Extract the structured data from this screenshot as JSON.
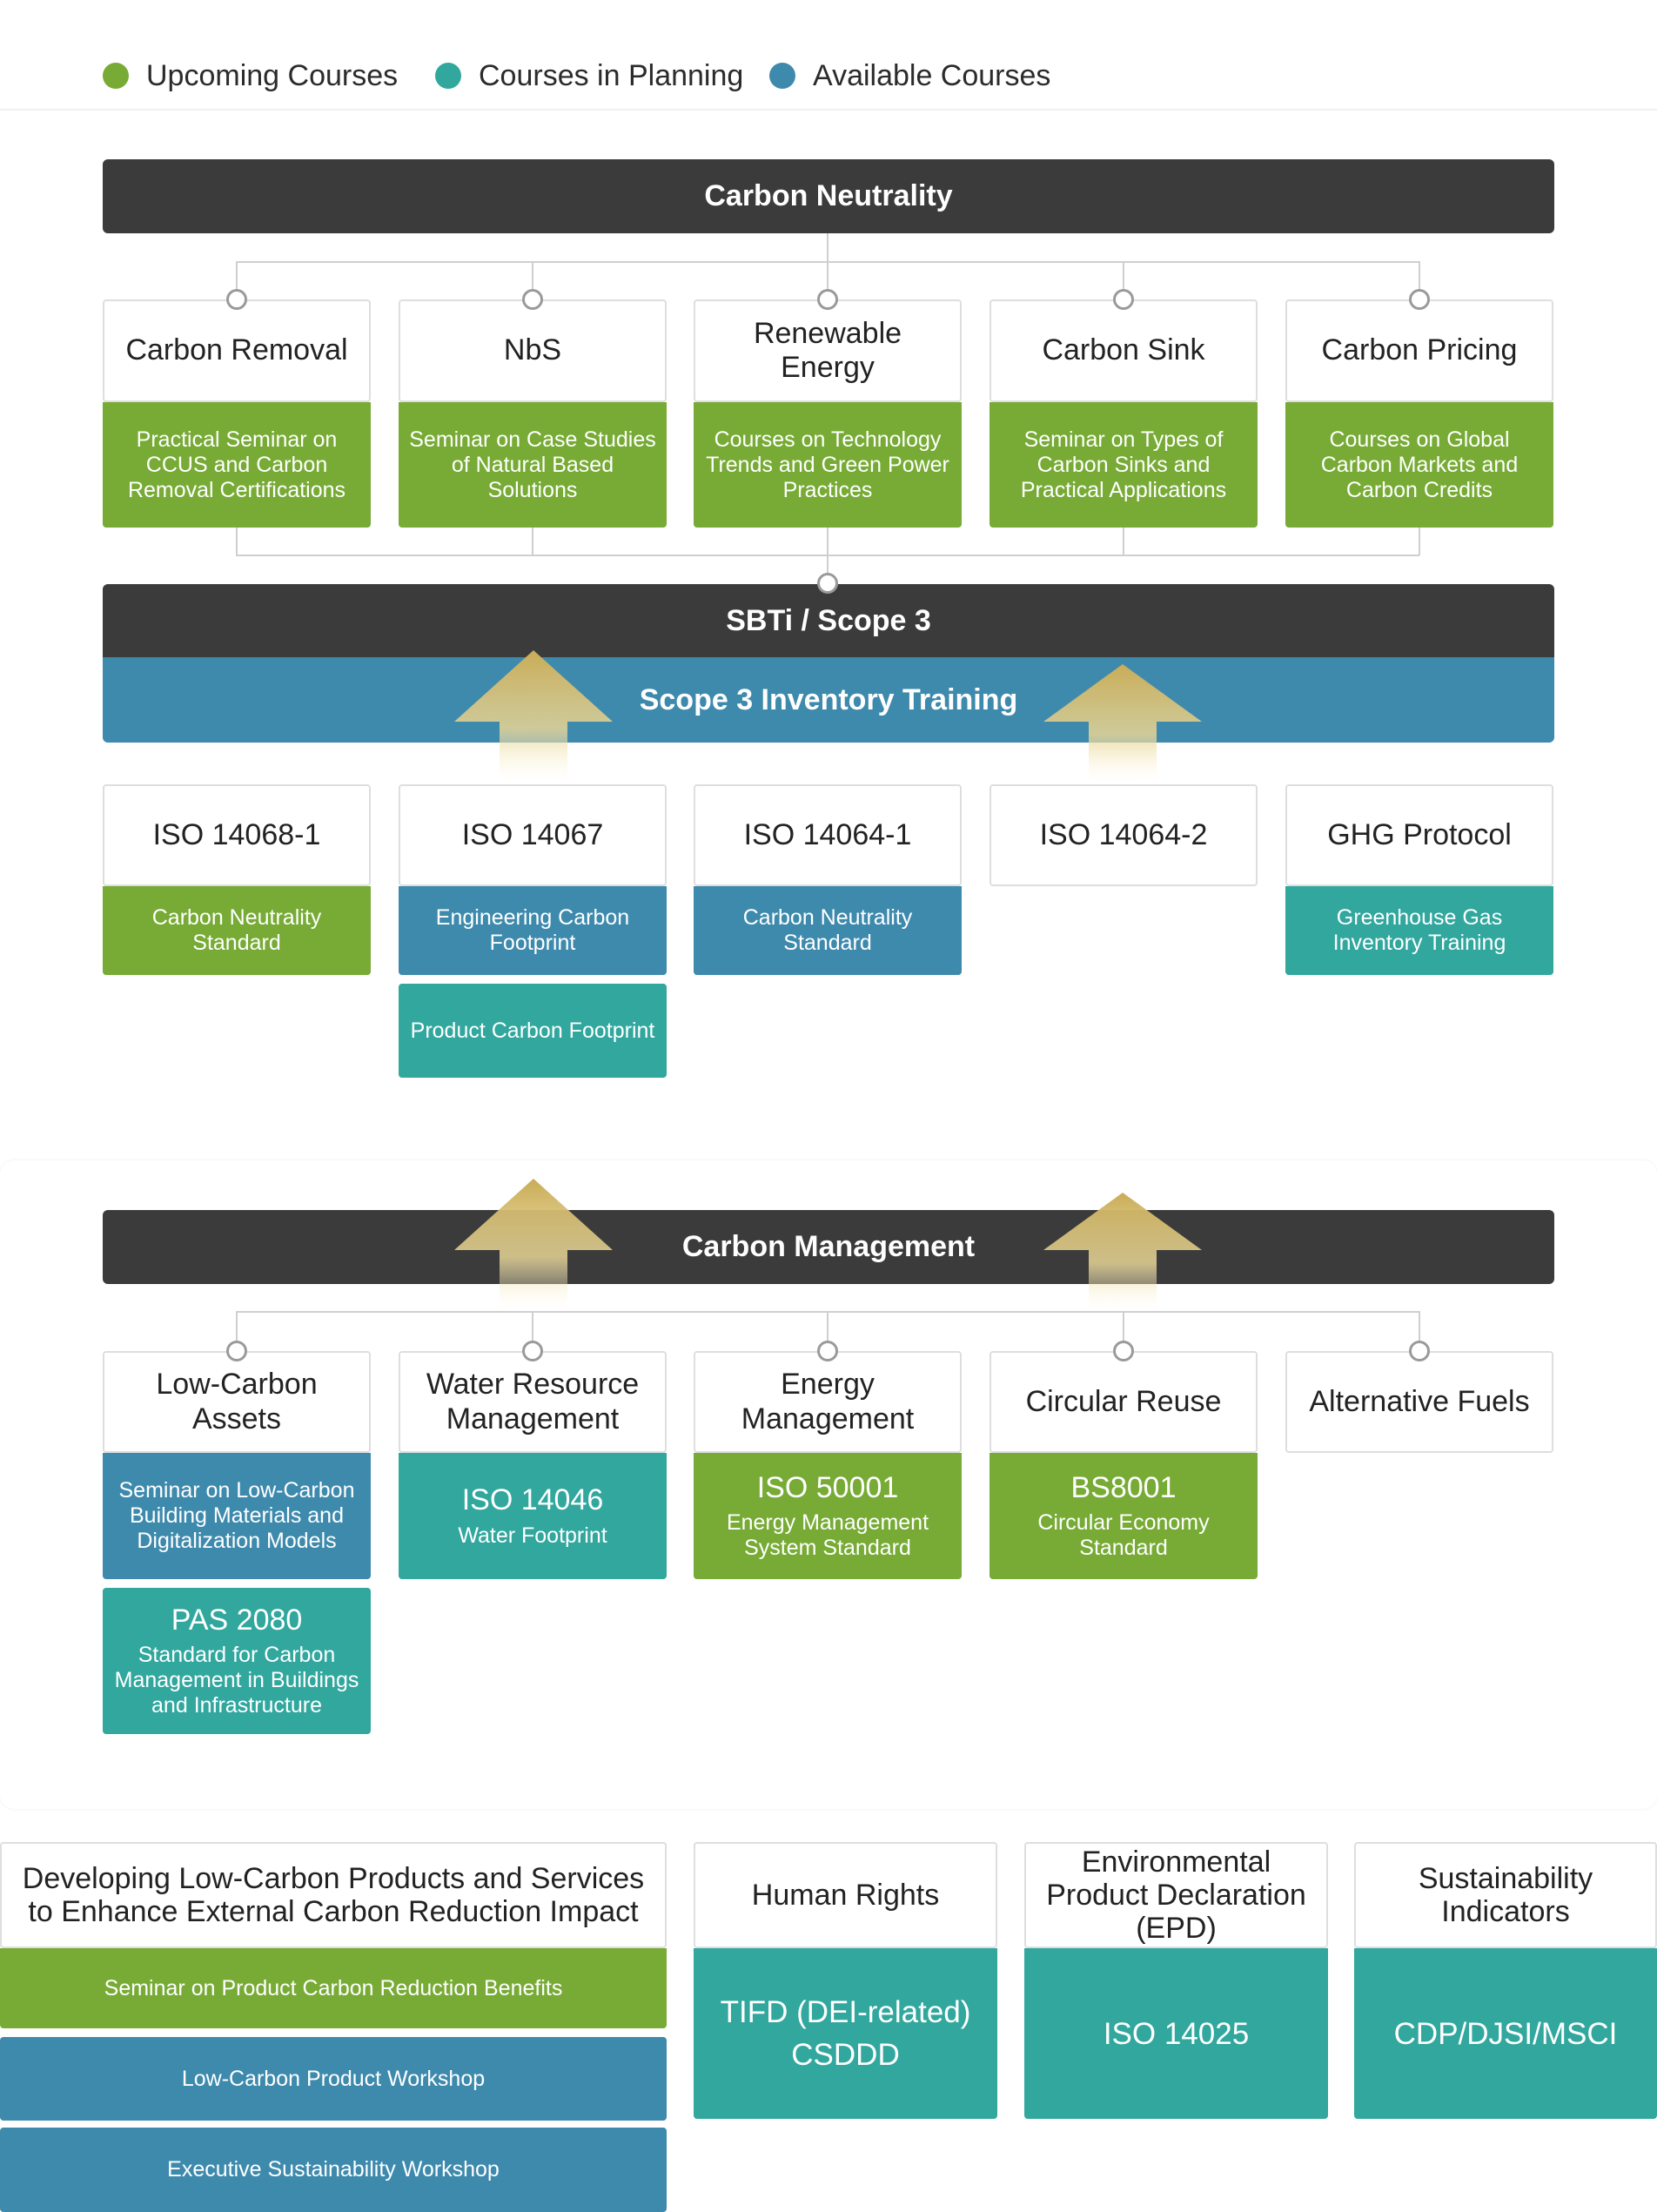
{
  "legend": [
    {
      "label": "Upcoming Courses",
      "color": "#77ab35"
    },
    {
      "label": "Courses in Planning",
      "color": "#31a79e"
    },
    {
      "label": "Available Courses",
      "color": "#3e8aad"
    }
  ],
  "carbon_neutrality": {
    "title": "Carbon Neutrality",
    "topics": [
      {
        "label": "Carbon Removal",
        "course": "Practical Seminar on CCUS and Carbon Removal Certifications"
      },
      {
        "label": "NbS",
        "course": "Seminar on Case Studies of Natural Based Solutions"
      },
      {
        "label": "Renewable Energy",
        "course": "Courses on Technology Trends and Green Power Practices"
      },
      {
        "label": "Carbon Sink",
        "course": "Seminar on Types of Carbon Sinks and Practical Applications"
      },
      {
        "label": "Carbon Pricing",
        "course": "Courses on Global Carbon Markets and Carbon Credits"
      }
    ]
  },
  "sbti": {
    "title": "SBTi / Scope 3",
    "training": "Scope 3 Inventory Training",
    "standards": [
      {
        "label": "ISO 14068-1",
        "courses": [
          {
            "text": "Carbon Neutrality Standard",
            "status": "upcoming"
          }
        ]
      },
      {
        "label": "ISO 14067",
        "courses": [
          {
            "text": "Engineering Carbon Footprint",
            "status": "available"
          },
          {
            "text": "Product Carbon Footprint",
            "status": "planning"
          }
        ]
      },
      {
        "label": "ISO 14064-1",
        "courses": [
          {
            "text": "Carbon Neutrality Standard",
            "status": "available"
          }
        ]
      },
      {
        "label": "ISO 14064-2",
        "courses": []
      },
      {
        "label": "GHG Protocol",
        "courses": [
          {
            "text": "Greenhouse Gas Inventory Training",
            "status": "planning"
          }
        ]
      }
    ]
  },
  "carbon_management": {
    "title": "Carbon Management",
    "topics": [
      {
        "label": "Low-Carbon Assets",
        "course": "Seminar on Low-Carbon Building Materials and Digitalization Models",
        "extra_code": "PAS 2080",
        "extra_text": "Standard for Carbon Management in Buildings and Infrastructure"
      },
      {
        "label": "Water Resource Management",
        "code": "ISO 14046",
        "course": "Water Footprint"
      },
      {
        "label": "Energy Management",
        "code": "ISO 50001",
        "course": "Energy Management System Standard"
      },
      {
        "label": "Circular Reuse",
        "code": "BS8001",
        "course": "Circular Economy Standard"
      },
      {
        "label": "Alternative Fuels"
      }
    ]
  },
  "bottom": {
    "low_carbon": {
      "title": "Developing Low-Carbon Products and Services to Enhance External Carbon Reduction Impact",
      "courses": [
        "Seminar on Product Carbon Reduction Benefits",
        "Low-Carbon Product Workshop",
        "Executive Sustainability Workshop"
      ]
    },
    "human_rights": {
      "title": "Human Rights",
      "line1": "TIFD (DEI-related)",
      "line2": "CSDDD"
    },
    "epd": {
      "title": "Environmental Product Declaration (EPD)",
      "course": "ISO 14025"
    },
    "indicators": {
      "title": "Sustainability Indicators",
      "course": "CDP/DJSI/MSCI"
    }
  }
}
